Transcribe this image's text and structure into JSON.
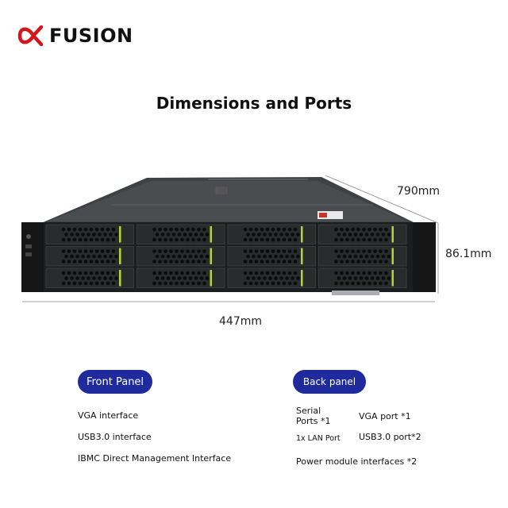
{
  "brand": {
    "name": "FUSION"
  },
  "title": "Dimensions and Ports",
  "dimensions": {
    "depth": "790mm",
    "height": "86.1mm",
    "width": "447mm"
  },
  "front_panel": {
    "heading": "Front Panel",
    "items": [
      "VGA interface",
      "USB3.0 interface",
      "IBMC Direct Management Interface"
    ]
  },
  "back_panel": {
    "heading": "Back panel",
    "serial": "Serial\nPorts *1",
    "vga": "VGA port *1",
    "lan": "1x LAN Port",
    "usb": "USB3.0 port*2",
    "power": "Power module interfaces *2"
  },
  "colors": {
    "accent": "#1f2b9c",
    "logo_red": "#d7141a",
    "drive_green": "#b7d33a"
  }
}
